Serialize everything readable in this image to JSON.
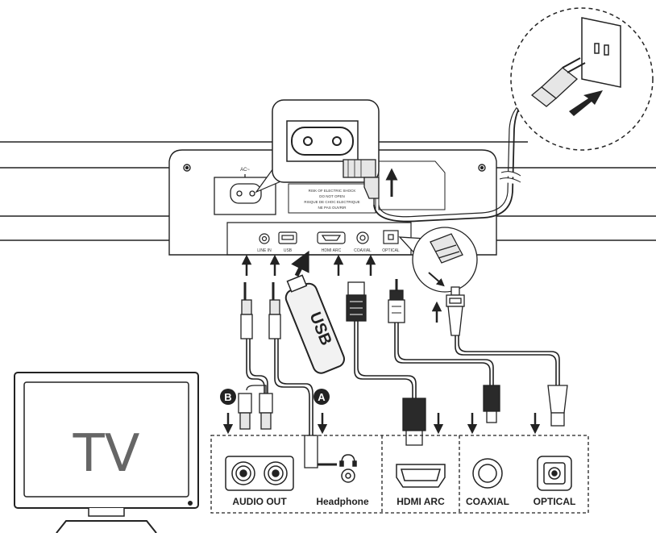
{
  "panel": {
    "ac_label": "AC~",
    "port_line_in": "LINE IN",
    "port_usb": "USB",
    "port_hdmi_arc": "HDMI ARC",
    "port_coaxial": "COAXIAL",
    "port_optical": "OPTICAL",
    "warning_text": [
      "RISK OF ELECTRIC SHOCK",
      "DO NOT OPEN",
      "RISQUE DE CHOC ELECTRIQUE",
      "NE PAS OUVRIR"
    ]
  },
  "usb_stick": {
    "label": "USB"
  },
  "tv": {
    "label": "TV"
  },
  "markers": {
    "a": "A",
    "b": "B"
  },
  "tv_ports": {
    "audio_out": "AUDIO OUT",
    "headphone": "Headphone",
    "hdmi_arc": "HDMI ARC",
    "coaxial": "COAXIAL",
    "optical": "OPTICAL"
  },
  "colors": {
    "line": "#222222",
    "panel_fill": "#ffffff",
    "plug_fill": "#e6e6e6",
    "dark": "#2a2a2a",
    "tv_text": "#777777"
  },
  "icons": [
    "power-plug-icon",
    "wall-outlet-icon",
    "headphone-icon",
    "hdmi-port-icon",
    "coaxial-port-icon",
    "optical-port-icon",
    "usb-stick-icon"
  ]
}
